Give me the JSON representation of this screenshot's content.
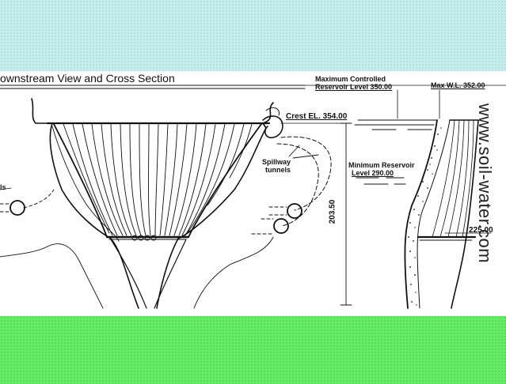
{
  "diagram": {
    "heading": "ownstream View and Cross Section",
    "labels": {
      "crest": "Crest EL. 354.00",
      "spillway_line1": "Spillway",
      "spillway_line2": "tunnels",
      "left_partial": "ls",
      "max_controlled_line1": "Maximum Controlled",
      "max_controlled_line2": "Reservoir Level 350.00",
      "max_wl": "Max W.L. 352.00",
      "min_reservoir_line1": "Minimum Reservoir",
      "min_reservoir_line2": "Level 290.00",
      "height_dim": "203.50",
      "base_level": "225.00"
    },
    "watermark": "www.soil-water.com"
  }
}
